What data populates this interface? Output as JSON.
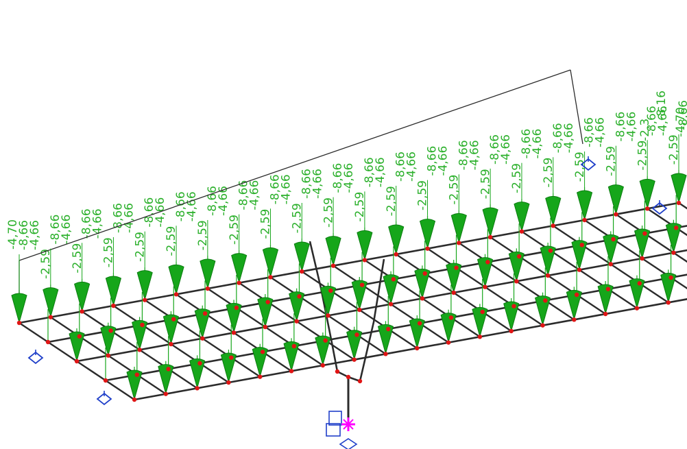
{
  "view": {
    "title": "",
    "colors": {
      "background": "#ffffff",
      "frame": "#2b2b2b",
      "load": "#16a61a",
      "load_dark": "#0b7c10",
      "node": "#e01515",
      "support": "#1f3fc9",
      "origin": "#ff00ff",
      "label": "#2bb02b"
    }
  },
  "labels": {
    "corner_left": "-4,70",
    "corner_right": "-4,70",
    "pair_top": "-8,66",
    "pair_bottom": "-4,66",
    "row_value": "-2,59",
    "right_mid": "-8,16",
    "right_low": "-2,3"
  },
  "structure": {
    "grid_columns": 22,
    "grid_rows": 4,
    "supports": [
      "support-left-front",
      "support-left-back",
      "support-right-front",
      "support-right-back",
      "support-column-base"
    ],
    "column": "inclined column (V-shaped pylon)"
  }
}
